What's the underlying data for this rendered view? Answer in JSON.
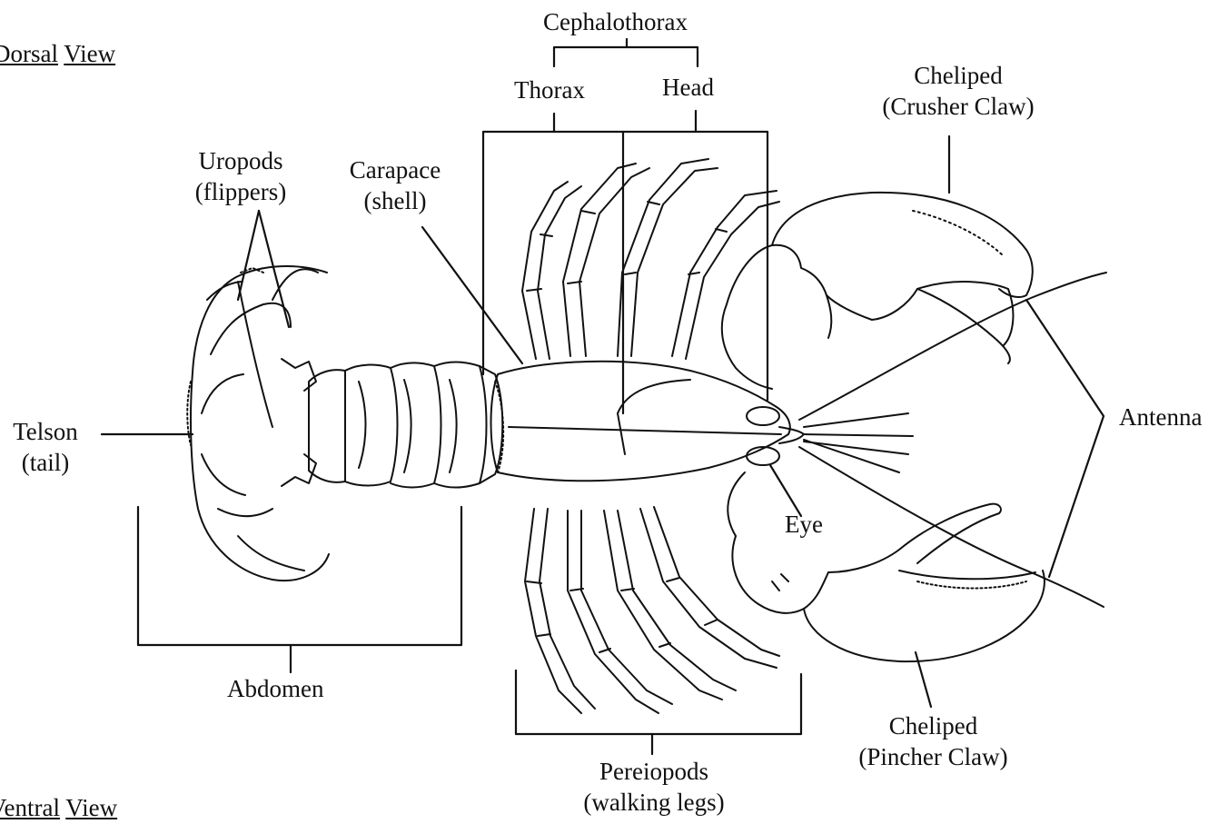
{
  "views": {
    "dorsal": {
      "word1": "Dorsal",
      "word2": "View"
    },
    "ventral": {
      "word1": "Ventral",
      "word2": "View"
    }
  },
  "labels": {
    "cephalothorax": "Cephalothorax",
    "thorax": "Thorax",
    "head": "Head",
    "crusher_line1": "Cheliped",
    "crusher_line2": "(Crusher Claw)",
    "uropods_line1": "Uropods",
    "uropods_line2": "(flippers)",
    "carapace_line1": "Carapace",
    "carapace_line2": "(shell)",
    "telson_line1": "Telson",
    "telson_line2": "(tail)",
    "antenna": "Antenna",
    "eye": "Eye",
    "abdomen": "Abdomen",
    "pereiopods_line1": "Pereiopods",
    "pereiopods_line2": "(walking legs)",
    "pincher_line1": "Cheliped",
    "pincher_line2": "(Pincher Claw)"
  },
  "colors": {
    "ink": "#111111",
    "paper": "#ffffff"
  }
}
